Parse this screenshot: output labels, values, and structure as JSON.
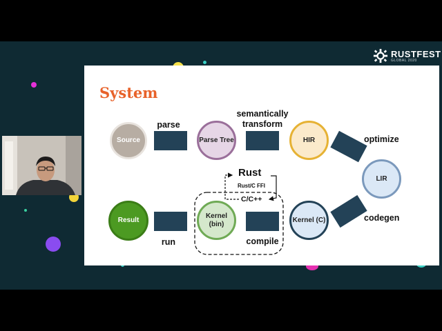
{
  "branding": {
    "title": "RUSTFEST",
    "subtitle": "GLOBAL 2020",
    "logo_icon": "rustfest-gear-icon"
  },
  "slide": {
    "title": "System",
    "nodes": {
      "source": "Source",
      "parse_tree": "Parse Tree",
      "hir": "HIR",
      "lir": "LIR",
      "kernel_c": "Kernel (C)",
      "kernel_bin": "Kernel (bin)",
      "result": "Result"
    },
    "edges": {
      "parse": "parse",
      "semantically_transform": "semantically transform",
      "optimize": "optimize",
      "codegen": "codegen",
      "compile": "compile",
      "run": "run"
    },
    "rust_box": {
      "rust": "Rust",
      "ffi": "Rust/C FFI",
      "cpp": "C/C++"
    }
  },
  "colors": {
    "accent": "#e8622a",
    "edge_box": "#234257",
    "stage_bg": "#0f2a33"
  }
}
